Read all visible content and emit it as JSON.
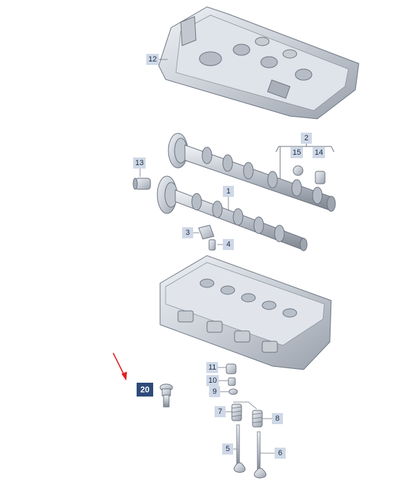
{
  "callouts": {
    "c12": "12",
    "c2": "2",
    "c15": "15",
    "c14": "14",
    "c13": "13",
    "c1": "1",
    "c3": "3",
    "c4": "4",
    "c11": "11",
    "c10": "10",
    "c9": "9",
    "c7": "7",
    "c8": "8",
    "c5": "5",
    "c6": "6",
    "c20": "20"
  },
  "colors": {
    "callout_bg": "#cfd8e6",
    "highlight_bg": "#2e4a7a",
    "arrow": "#e0201b",
    "line": "#6b7380"
  },
  "highlighted_callout": "20"
}
